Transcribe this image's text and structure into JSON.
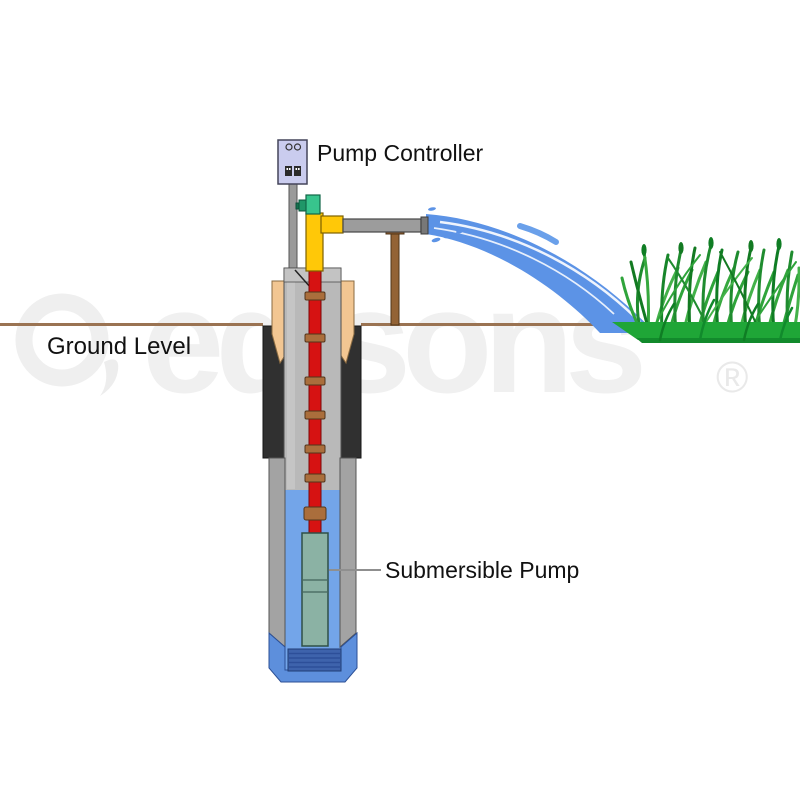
{
  "labels": {
    "pump_controller": "Pump Controller",
    "ground_level": "Ground Level",
    "submersible_pump": "Submersible Pump"
  },
  "watermark": {
    "text": "edisons",
    "registered": "®"
  },
  "colors": {
    "stream_blue": "#5C93E6",
    "well_water_blue": "#73A5E9",
    "casing_shoe_blue": "#5D8FDC",
    "screen_blue": "#3E63AC",
    "pipe_red": "#D61212",
    "pipe_yellow": "#FFC808",
    "valve_green": "#38C48D",
    "coupling_brown": "#AA6E3C",
    "support_post_brown": "#936335",
    "ground_line_brown": "#9A7352",
    "casing_black": "#303030",
    "casing_gray": "#B9B9B9",
    "controller_lavender": "#CACCEE",
    "pump_teal": "#8BB2A4",
    "grass_green": "#1FA637"
  }
}
